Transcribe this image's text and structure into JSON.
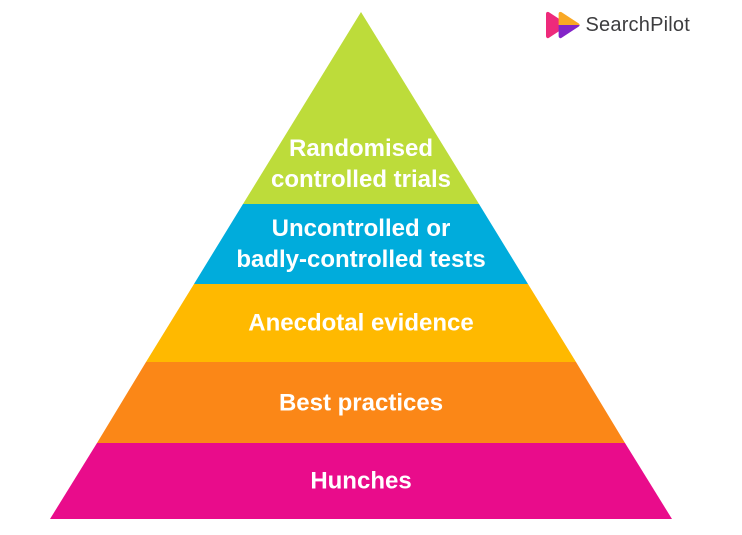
{
  "logo": {
    "brand": "SearchPilot",
    "text_color": "#3D3D3F",
    "icon": {
      "name": "double-chevron-icon",
      "chevron1_color": "#EE2A7B",
      "chevron2_top_color": "#F9A825",
      "chevron2_bottom_color": "#8324C8"
    }
  },
  "pyramid": {
    "type": "pyramid",
    "text_color": "#FFFFFF",
    "layers": [
      {
        "label": "Randomised\ncontrolled trials",
        "color": "#BDDC3A"
      },
      {
        "label": "Uncontrolled or\nbadly-controlled tests",
        "color": "#00ACDC"
      },
      {
        "label": "Anecdotal evidence",
        "color": "#FFB900"
      },
      {
        "label": "Best practices",
        "color": "#FB8717"
      },
      {
        "label": "Hunches",
        "color": "#E90C8B"
      }
    ]
  }
}
